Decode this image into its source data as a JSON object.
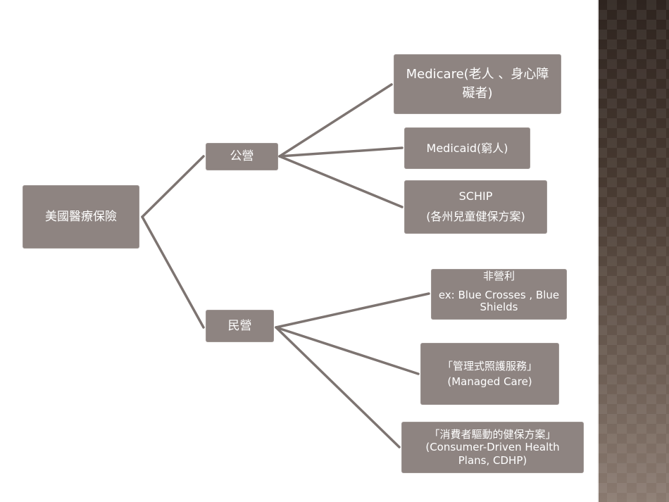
{
  "diagram": {
    "root": {
      "label": "美國醫療保險"
    },
    "branches": [
      {
        "label": "公營",
        "children": [
          {
            "lines": [
              "Medicare(老人 、身心障",
              "礙者)"
            ]
          },
          {
            "lines": [
              "Medicaid(窮人)"
            ]
          },
          {
            "lines": [
              "SCHIP",
              "(各州兒童健保方案)"
            ]
          }
        ]
      },
      {
        "label": "民營",
        "children": [
          {
            "lines": [
              "非營利",
              "ex: Blue Crosses , Blue",
              "Shields"
            ]
          },
          {
            "lines": [
              "「管理式照護服務」",
              "(Managed Care)"
            ]
          },
          {
            "lines": [
              "「消費者驅動的健保方案」",
              "(Consumer-Driven Health",
              "Plans, CDHP)"
            ]
          }
        ]
      }
    ]
  },
  "colors": {
    "node_fill": "#8e8481",
    "connector": "#7d7471",
    "side_panel": "#3b2f28"
  }
}
